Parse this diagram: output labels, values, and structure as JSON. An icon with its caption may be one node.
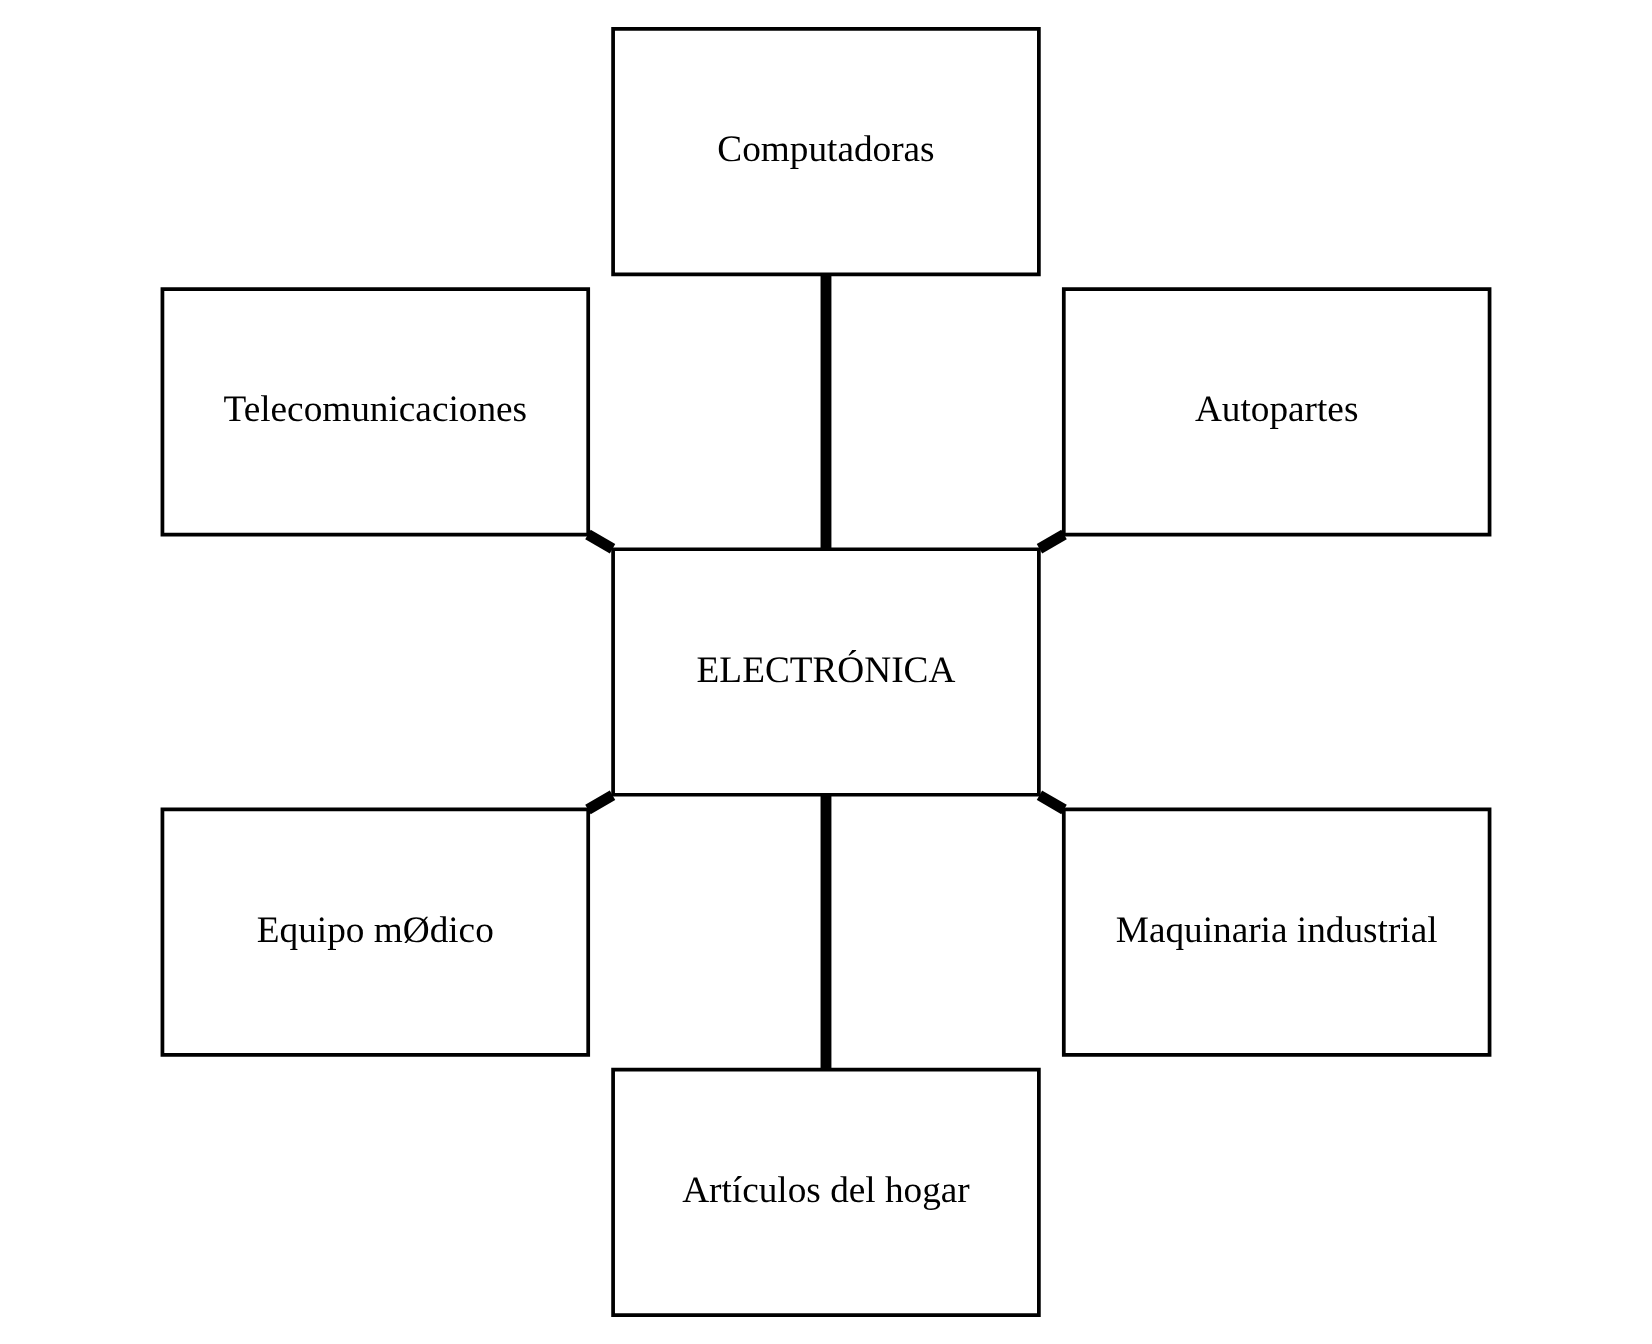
{
  "diagram": {
    "nodes": [
      {
        "text": [
          "Autopartes"
        ]
      },
      {
        "text": [
          "Computadoras"
        ]
      },
      {
        "text": [
          "Telecomunicaciones"
        ]
      },
      {
        "text": [
          "ELECTRÓNICA"
        ]
      },
      {
        "text": [
          "Equipo mØdico"
        ]
      },
      {
        "text": [
          "Artículos del hogar"
        ]
      },
      {
        "text": [
          "Maquinaria industrial"
        ]
      }
    ],
    "edges": [
      {
        "from": 3,
        "to": 0,
        "arrow": "none"
      },
      {
        "from": 3,
        "to": 1,
        "arrow": "none"
      },
      {
        "from": 3,
        "to": 2,
        "arrow": "none"
      },
      {
        "from": 3,
        "to": 4,
        "arrow": "none"
      },
      {
        "from": 3,
        "to": 5,
        "arrow": "none"
      },
      {
        "from": 3,
        "to": 6,
        "arrow": "none"
      }
    ]
  }
}
